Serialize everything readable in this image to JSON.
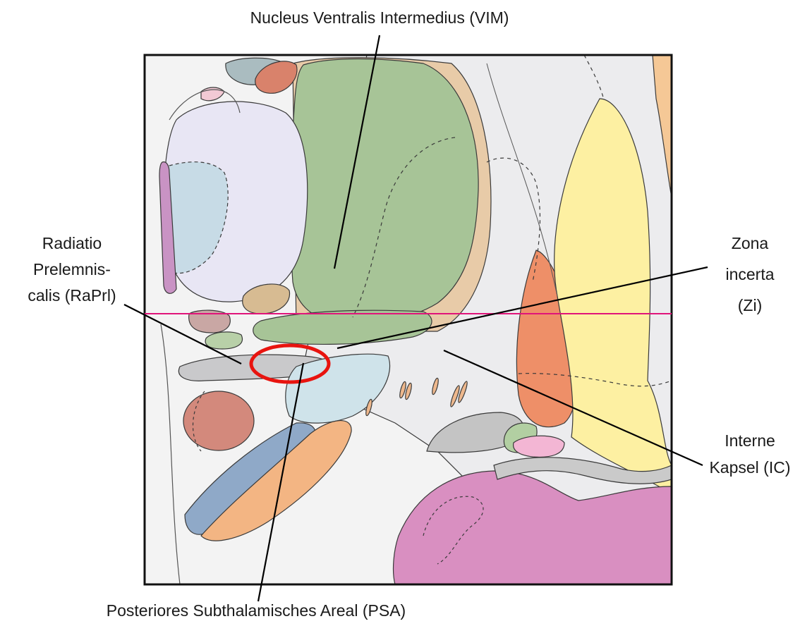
{
  "labels": {
    "vim": "Nucleus Ventralis Intermedius (VIM)",
    "raprl_line1": "Radiatio",
    "raprl_line2": "Prelemnis-",
    "raprl_line3": "calis (RaPrl)",
    "zi_line1": "Zona",
    "zi_line2": "incerta",
    "zi_line3": "(Zi)",
    "ic_line1": "Interne",
    "ic_line2": "Kapsel (IC)",
    "psa": "Posteriores Subthalamisches Areal (PSA)"
  },
  "colors": {
    "vim_green": "#a7c497",
    "tan": "#e8cba8",
    "pink_line": "#e0147a",
    "red_ellipse": "#e8140f",
    "yellow": "#fdf0a2",
    "orange_red": "#ee8f68",
    "lavender": "#e8e6f4",
    "light_blue": "#c7dbe6",
    "magenta": "#d98fc1",
    "gray_region": "#c4c4c4",
    "outline": "#3a3a3a"
  }
}
